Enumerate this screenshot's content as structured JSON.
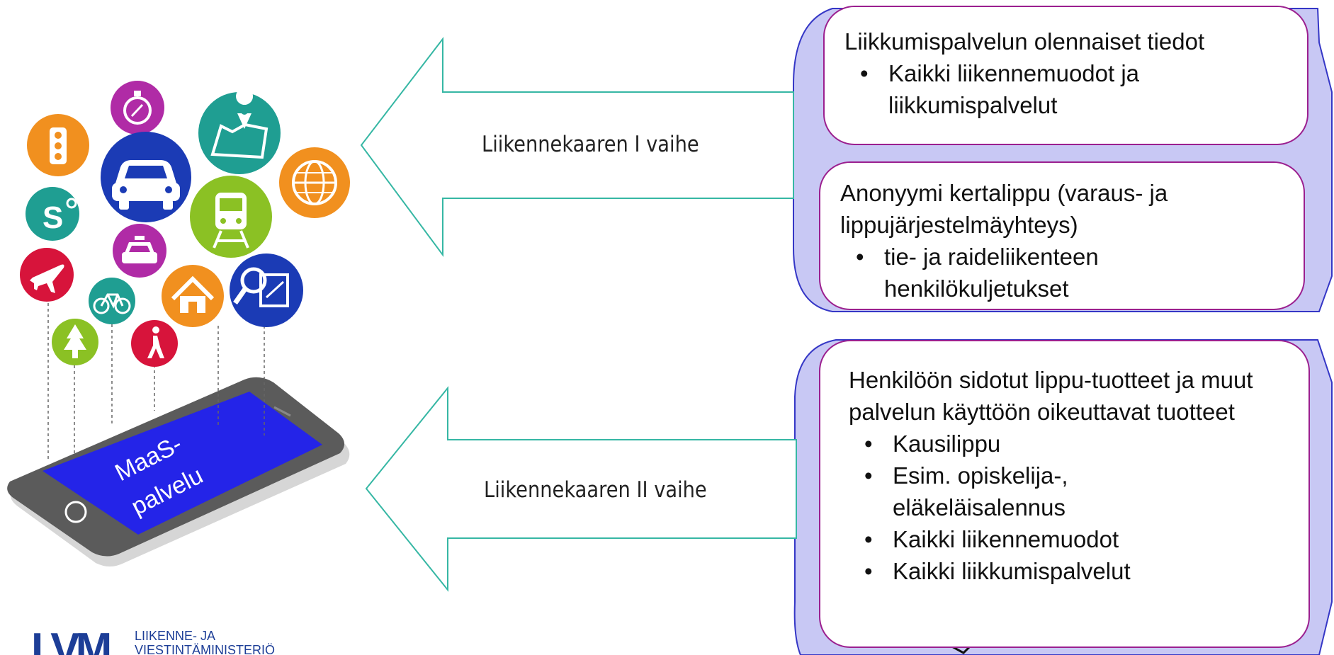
{
  "phones_label": {
    "line1": "MaaS-",
    "line2": "palvelu"
  },
  "phase1": {
    "label": "Liikennekaaren I vaihe"
  },
  "phase2": {
    "label": "Liikennekaaren II vaihe"
  },
  "box1": {
    "title": "Liikkumispalvelun olennaiset tiedot",
    "bullets": [
      "Kaikki liikennemuodot ja liikkumispalvelut"
    ]
  },
  "box2": {
    "title": "Anonyymi kertalippu (varaus- ja lippujärjestelmäyhteys)",
    "bullets": [
      "tie- ja raideliikenteen henkilökuljetukset"
    ]
  },
  "box3": {
    "title": "Henkilöön sidotut lippu-tuotteet ja muut palvelun käyttöön oikeuttavat tuotteet",
    "bullets": [
      "Kausilippu",
      "Esim. opiskelija-, eläkeläisalennus",
      "Kaikki liikennemuodot",
      "Kaikki liikkumispalvelut"
    ]
  },
  "logo": {
    "mark": "LVM",
    "line1": "LIIKENNE- JA",
    "line2": "VIESTINTÄMINISTERIÖ"
  },
  "colors": {
    "panel_fill": "#c8c8f4",
    "panel_stroke": "#3537c6",
    "box_border": "#9b1f8f",
    "arrow_stroke": "#36b7a4",
    "screen": "#2424e8",
    "brand": "#1d3e97"
  },
  "icons": [
    {
      "name": "traffic-light-icon",
      "color": "#f1901f"
    },
    {
      "name": "compass-icon",
      "color": "#b02ba6"
    },
    {
      "name": "map-pin-icon",
      "color": "#1f9e92"
    },
    {
      "name": "globe-icon",
      "color": "#f1901f"
    },
    {
      "name": "car-icon",
      "color": "#1b3bb5"
    },
    {
      "name": "train-icon",
      "color": "#8bc124"
    },
    {
      "name": "route-s-icon",
      "color": "#1f9e92"
    },
    {
      "name": "taxi-icon",
      "color": "#b02ba6"
    },
    {
      "name": "airplane-icon",
      "color": "#d7143b"
    },
    {
      "name": "bicycle-icon",
      "color": "#1f9e92"
    },
    {
      "name": "home-icon",
      "color": "#f1901f"
    },
    {
      "name": "search-map-icon",
      "color": "#1b3bb5"
    },
    {
      "name": "tree-icon",
      "color": "#8bc124"
    },
    {
      "name": "walking-person-icon",
      "color": "#d7143b"
    }
  ]
}
